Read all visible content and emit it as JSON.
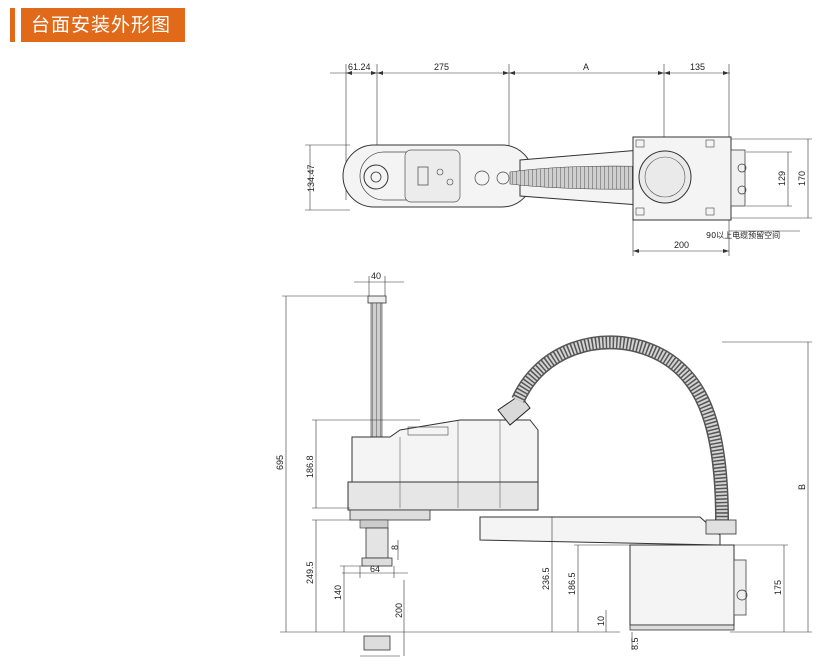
{
  "header": {
    "title": "台面安装外形图"
  },
  "top_view": {
    "dims": {
      "d1": "61.24",
      "d2": "275",
      "d3": "A",
      "d4": "135",
      "d5": "134.47",
      "d6": "129",
      "d7": "170",
      "d8": "200"
    },
    "note": "90以上电缆预留空间"
  },
  "side_view": {
    "dims": {
      "w40": "40",
      "h695": "695",
      "h186_8": "186.8",
      "h249_5": "249.5",
      "h140": "140",
      "w64": "64",
      "d8": "8",
      "h200": "200",
      "h236_5": "236.5",
      "h186_5": "186.5",
      "hB": "B",
      "h175": "175",
      "h10": "10",
      "h8_5": "8.5"
    }
  }
}
